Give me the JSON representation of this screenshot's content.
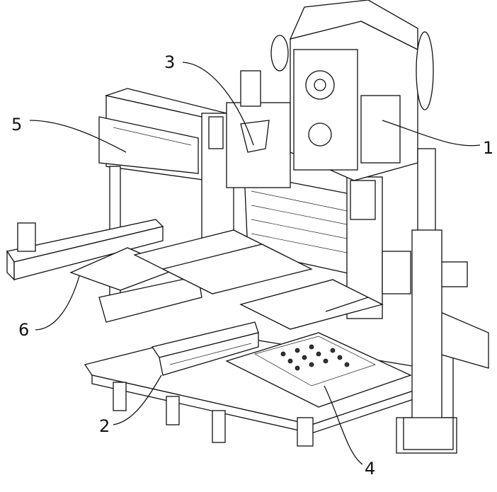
{
  "figure": {
    "labels": [
      {
        "id": "label-1",
        "text": "1"
      },
      {
        "id": "label-2",
        "text": "2"
      },
      {
        "id": "label-3",
        "text": "3"
      },
      {
        "id": "label-4",
        "text": "4"
      },
      {
        "id": "label-5",
        "text": "5"
      },
      {
        "id": "label-6",
        "text": "6"
      }
    ]
  }
}
